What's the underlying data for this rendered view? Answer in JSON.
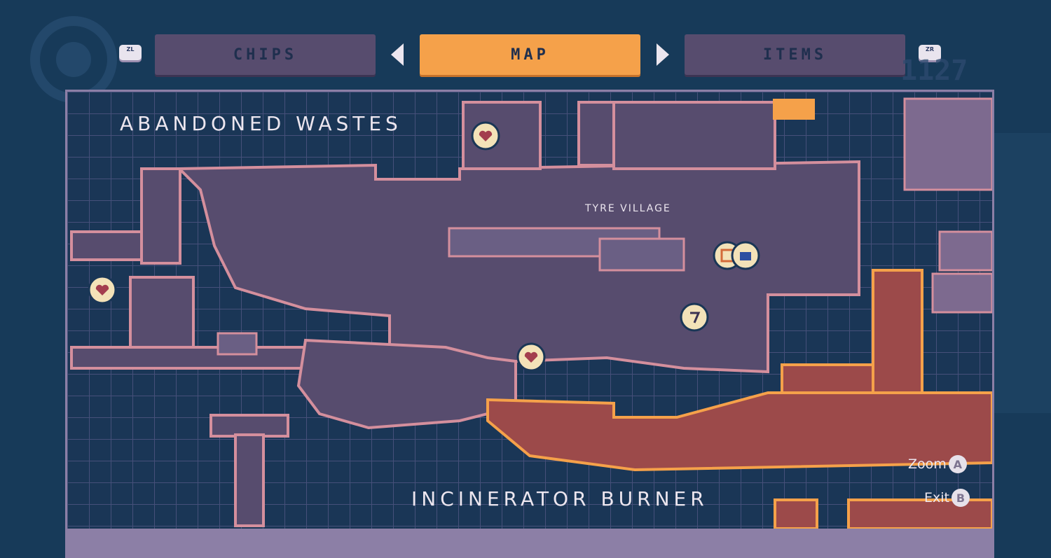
{
  "tabs": {
    "left_trigger": "ZL",
    "right_trigger": "ZR",
    "items": [
      {
        "label": "CHIPS",
        "active": false
      },
      {
        "label": "MAP",
        "active": true
      },
      {
        "label": "ITEMS",
        "active": false
      }
    ]
  },
  "background_counter": "1127",
  "map": {
    "regions": [
      "ABANDONED WASTES",
      "INCINERATOR BURNER"
    ],
    "area_label": "TYRE VILLAGE",
    "markers": [
      "heart-icon",
      "heart-icon",
      "heart-icon",
      "chip-icon",
      "lock-icon",
      "number-icon"
    ]
  },
  "controls": {
    "zoom_label": "Zoom",
    "zoom_button": "A",
    "exit_label": "Exit",
    "exit_button": "B"
  },
  "colors": {
    "background": "#173a59",
    "grid": "#3f4a6e",
    "explored_room": "#574c6e",
    "room_border": "#d48f9d",
    "incinerator_room": "#9c4a4a",
    "incinerator_border": "#f5a14a",
    "active_tab": "#f5a14a",
    "inactive_tab": "#574c6e"
  }
}
